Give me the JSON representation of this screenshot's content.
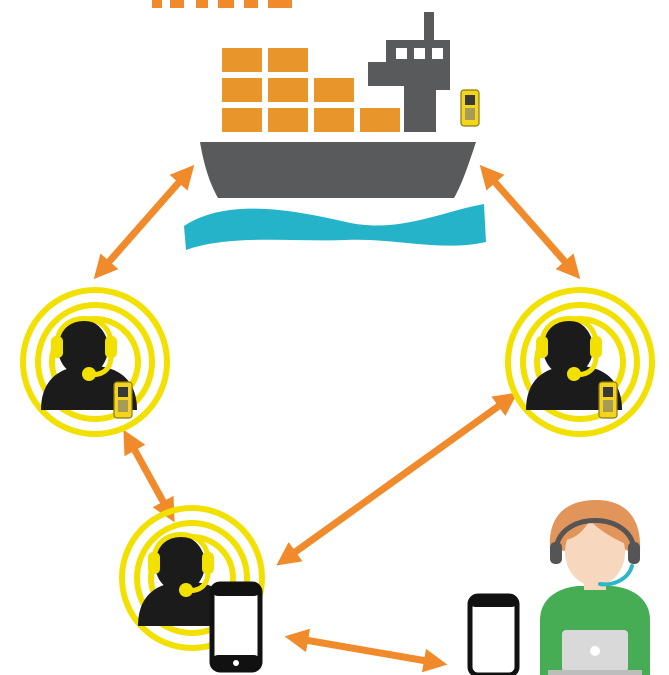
{
  "diagram": {
    "title_fragment": "",
    "colors": {
      "arrow": "#f08a2a",
      "container": "#e8962c",
      "ship_hull": "#595a5c",
      "water": "#25b3c9",
      "radio_ring": "#f2e000",
      "device_yellow": "#f5d51c",
      "user_hair": "#e2955a",
      "user_shirt": "#47ad55",
      "user_skin": "#f7d7bd",
      "operator_silhouette": "#1b1b1b",
      "phone_outline": "#111111"
    },
    "nodes": [
      {
        "id": "ship",
        "kind": "cargo-ship-with-satellite-device"
      },
      {
        "id": "station-left",
        "kind": "radio-operator-with-device"
      },
      {
        "id": "station-right",
        "kind": "radio-operator-with-device"
      },
      {
        "id": "station-bottom",
        "kind": "radio-operator-with-smartphone"
      },
      {
        "id": "recipient",
        "kind": "smartphone-and-call-center-agent"
      }
    ],
    "edges": [
      {
        "from": "ship",
        "to": "station-left",
        "direction": "both"
      },
      {
        "from": "ship",
        "to": "station-right",
        "direction": "both"
      },
      {
        "from": "station-left",
        "to": "station-bottom",
        "direction": "both"
      },
      {
        "from": "station-right",
        "to": "station-bottom",
        "direction": "both"
      },
      {
        "from": "station-bottom",
        "to": "recipient",
        "direction": "both"
      }
    ],
    "icons": [
      "ship-icon",
      "container-stack-icon",
      "satellite-device-icon",
      "waves-icon",
      "radio-operator-icon",
      "headset-icon",
      "smartphone-icon",
      "agent-icon",
      "laptop-icon"
    ]
  }
}
